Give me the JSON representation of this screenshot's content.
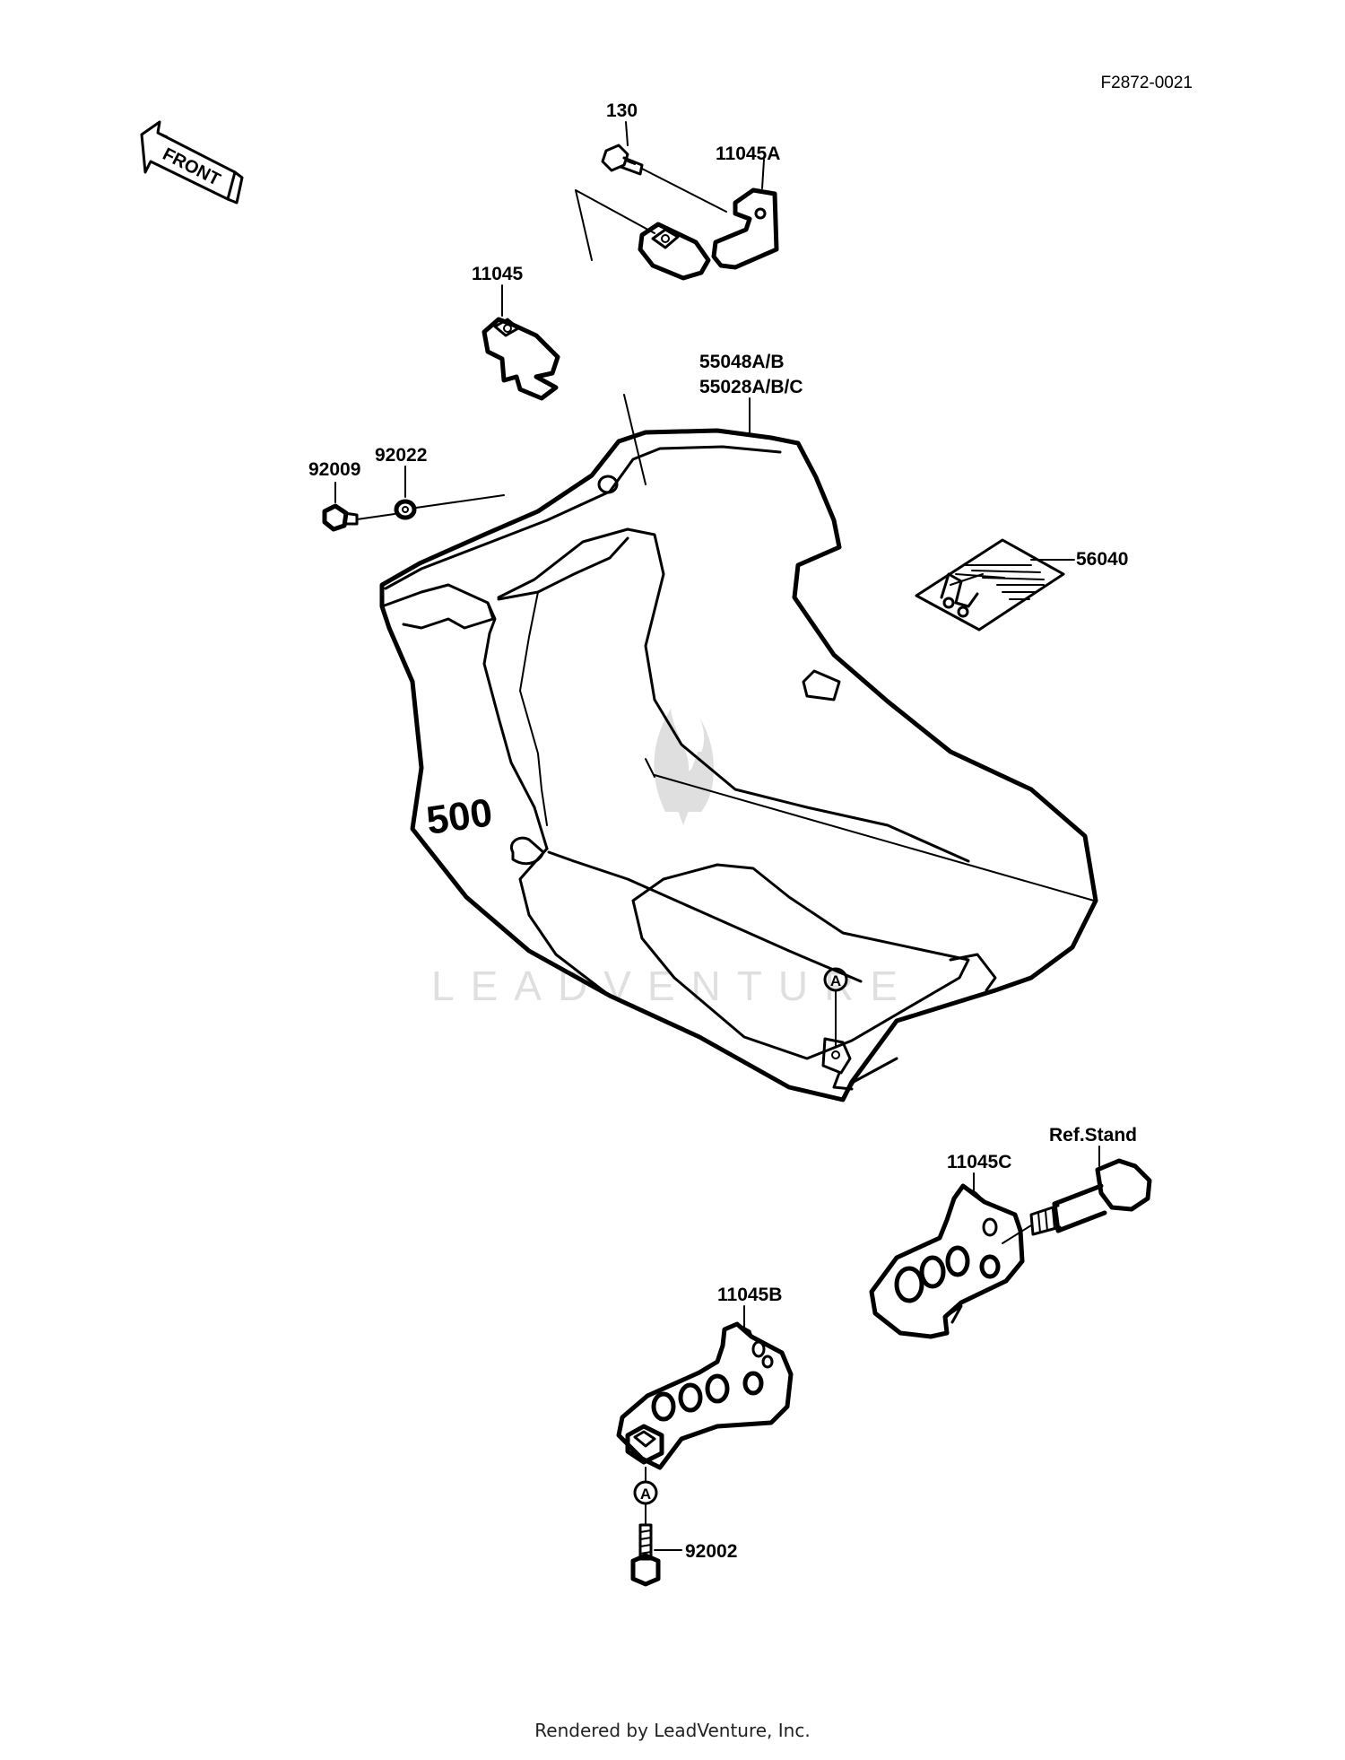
{
  "diagram": {
    "reference_code": "F2872-0021",
    "front_arrow_text": "FRONT",
    "panel_marking": "500",
    "reference_marker": "A",
    "watermark": "LEADVENTURE",
    "labels": {
      "part_130": "130",
      "part_11045A": "11045A",
      "part_11045": "11045",
      "part_55048": "55048A/B",
      "part_55028": "55028A/B/C",
      "part_92009": "92009",
      "part_92022": "92022",
      "part_56040": "56040",
      "ref_stand": "Ref.Stand",
      "part_11045C": "11045C",
      "part_11045B": "11045B",
      "part_92002": "92002"
    }
  },
  "footer": {
    "text": "Rendered by LeadVenture, Inc."
  }
}
